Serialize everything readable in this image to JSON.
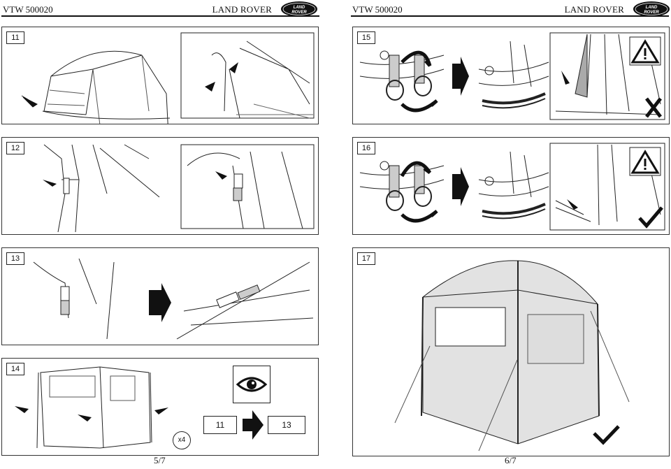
{
  "left_page": {
    "header": {
      "code": "VTW 500020",
      "brand": "LAND ROVER",
      "logo_text_top": "LAND",
      "logo_text_bottom": "ROVER"
    },
    "steps": [
      "11",
      "12",
      "13",
      "14"
    ],
    "step14": {
      "from": "11",
      "to": "13",
      "repeat": "x4",
      "icon": "eye-icon"
    },
    "page_number": "5/7"
  },
  "right_page": {
    "header": {
      "code": "VTW 500020",
      "brand": "LAND ROVER",
      "logo_text_top": "LAND",
      "logo_text_bottom": "ROVER"
    },
    "steps": [
      "15",
      "16",
      "17"
    ],
    "icons": {
      "warning": "warning-triangle-icon",
      "wrong": "cross-icon",
      "right": "checkmark-icon"
    },
    "page_number": "6/7"
  }
}
